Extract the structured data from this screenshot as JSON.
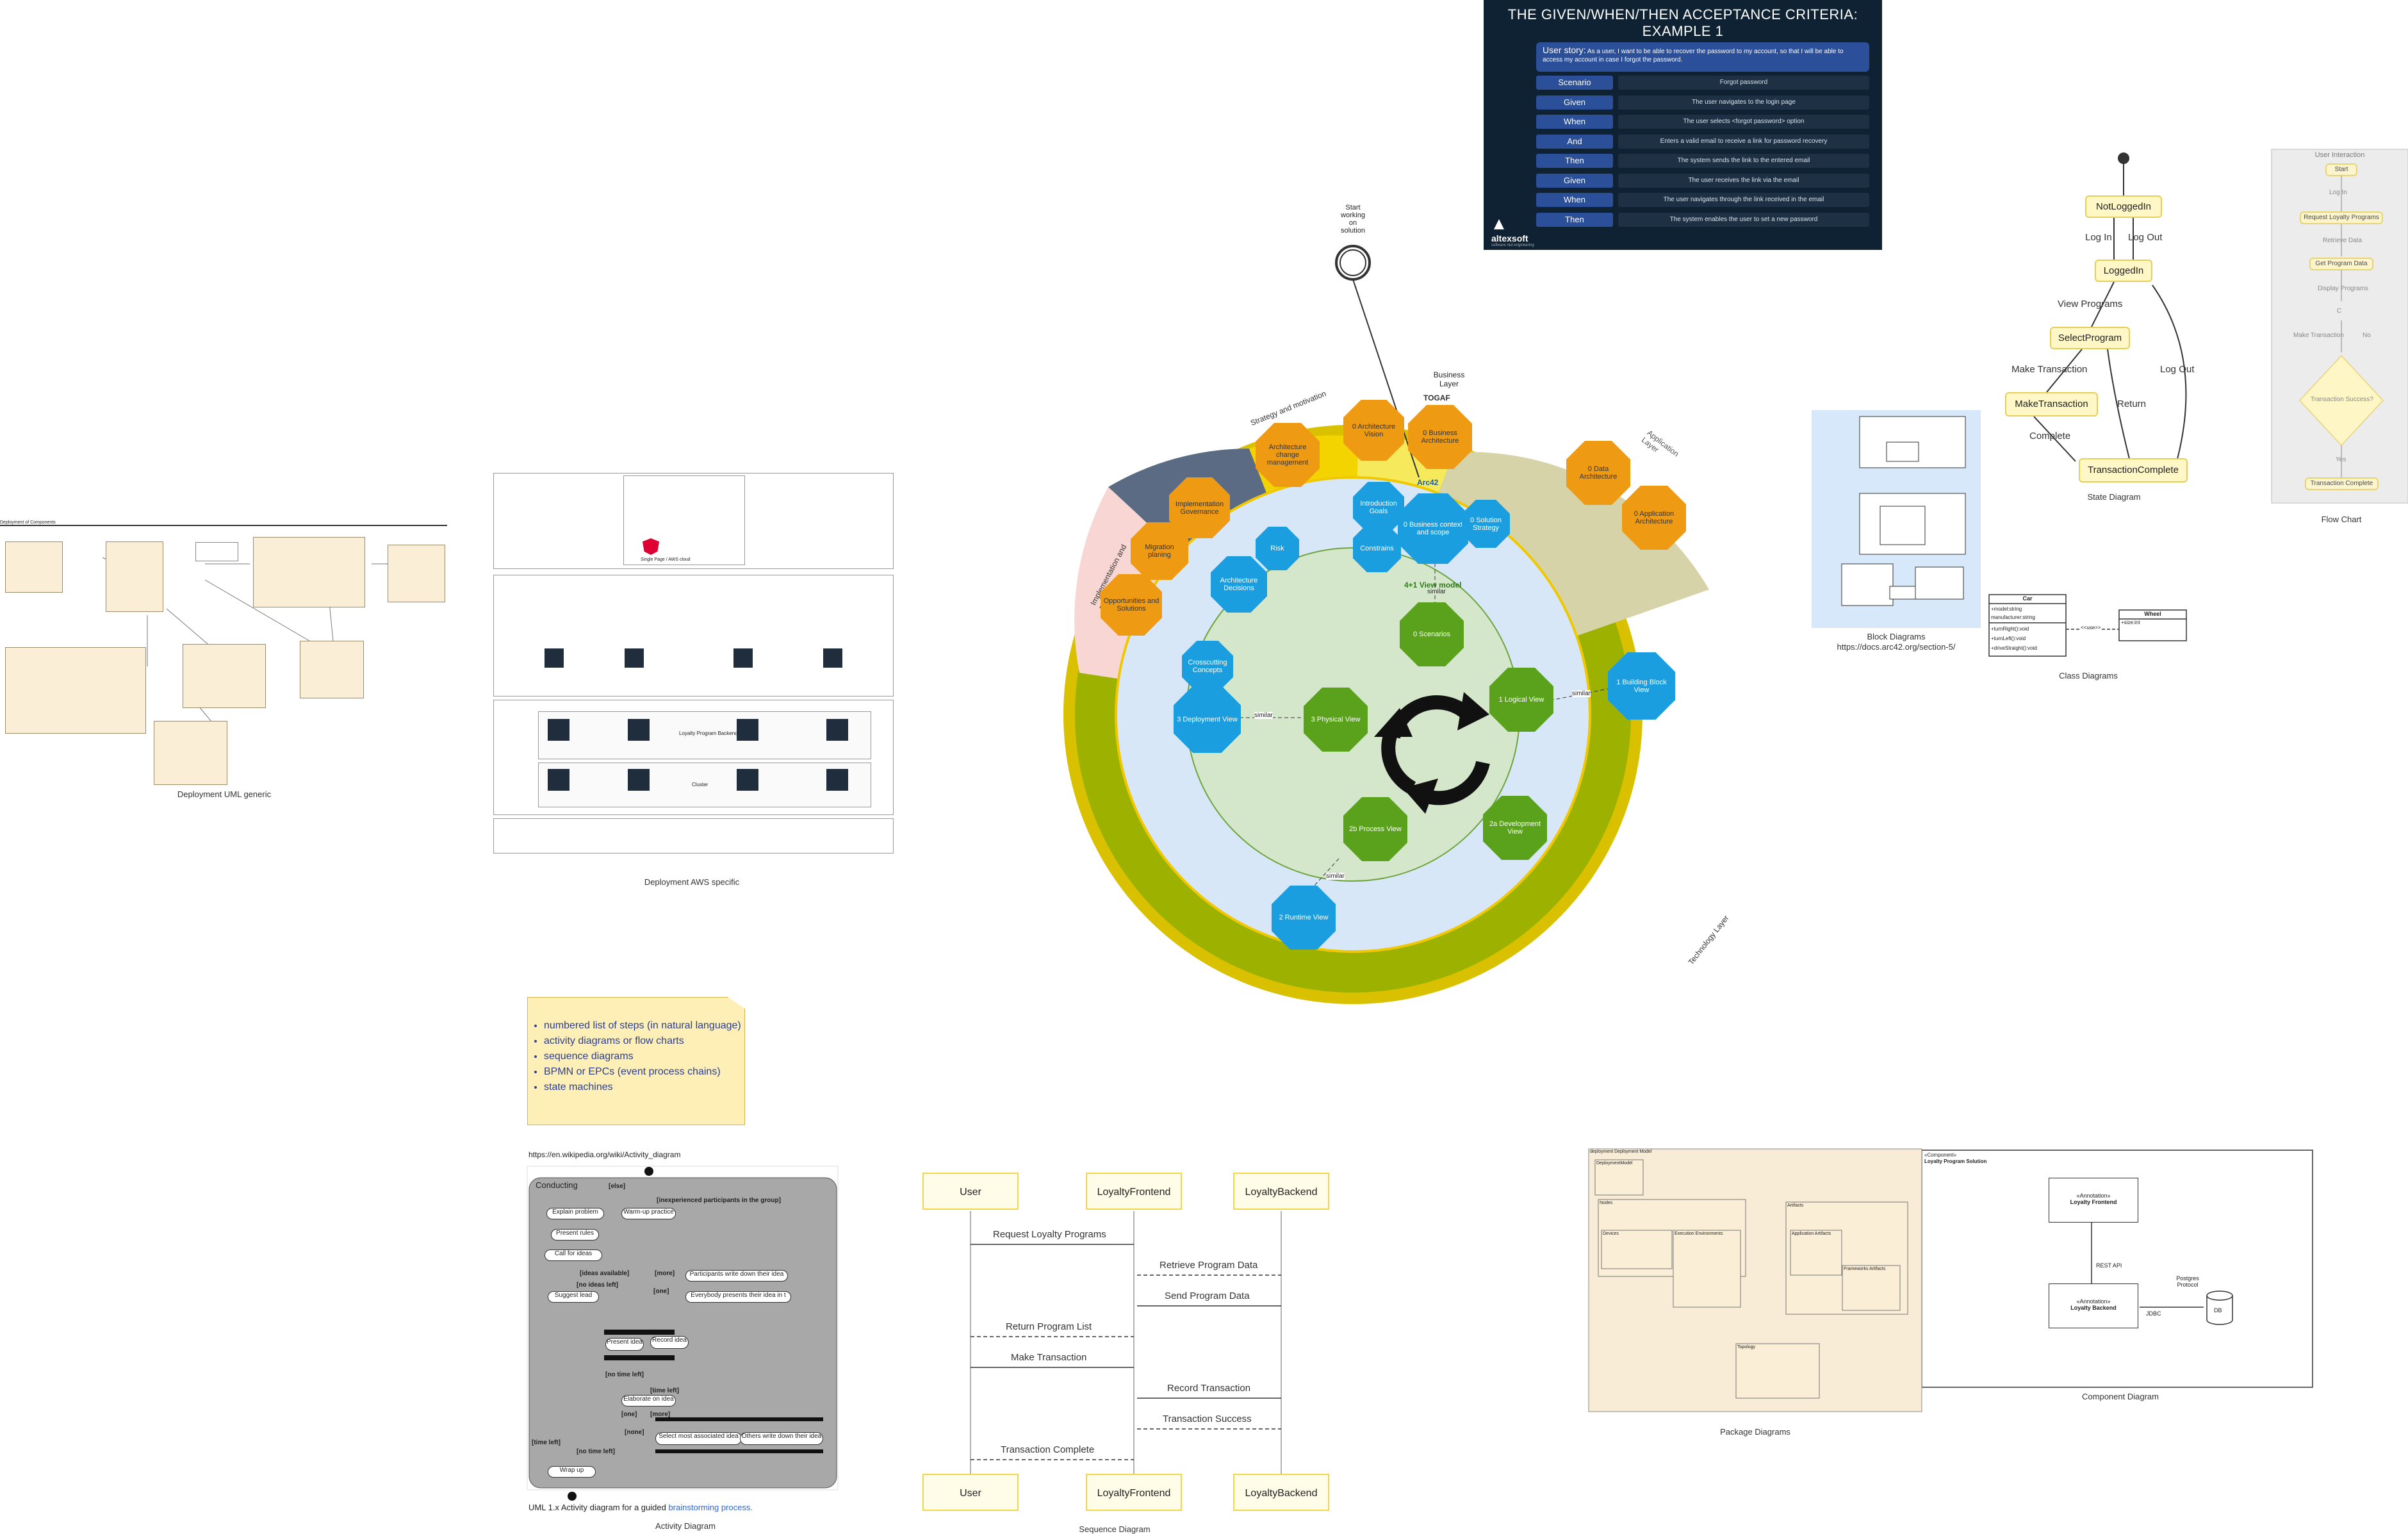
{
  "captions": {
    "deploy_generic": "Deployment UML generic",
    "deploy_aws": "Deployment AWS specific",
    "activity": "Activity Diagram",
    "sequence": "Sequence Diagram",
    "package": "Package Diagrams",
    "component": "Component Diagram",
    "block": "Block Diagrams",
    "block_url": "https://docs.arc42.org/section-5/",
    "class": "Class Diagrams",
    "state": "State Diagram",
    "flow": "Flow Chart"
  },
  "gwt": {
    "title_line1": "THE GIVEN/WHEN/THEN ACCEPTANCE CRITERIA:",
    "title_line2": "EXAMPLE 1",
    "story_label": "User story:",
    "story_text": "As a user, I want to be able to recover the password to my account, so that I will be able to access my account in case I forgot the password.",
    "rows": [
      {
        "k": "Scenario",
        "v": "Forgot password"
      },
      {
        "k": "Given",
        "v": "The user navigates to the login page"
      },
      {
        "k": "When",
        "v": "The user selects <forgot password> option"
      },
      {
        "k": "And",
        "v": "Enters a valid email to receive a link for password recovery"
      },
      {
        "k": "Then",
        "v": "The system sends the link to the entered email"
      },
      {
        "k": "Given",
        "v": "The user receives the link via the email"
      },
      {
        "k": "When",
        "v": "The user navigates through the link received in the email"
      },
      {
        "k": "Then",
        "v": "The system enables the user to set a new password"
      }
    ],
    "brand": "altexsoft",
    "brand_sub": "software r&d engineering"
  },
  "state": {
    "states": [
      "NotLoggedIn",
      "LoggedIn",
      "SelectProgram",
      "MakeTransaction",
      "TransactionComplete"
    ],
    "transitions": [
      "Log In",
      "Log Out",
      "View Programs",
      "Make Transaction",
      "Complete",
      "Return",
      "Log Out"
    ]
  },
  "flow": {
    "title": "User Interaction",
    "nodes": [
      "Start",
      "Log In",
      "Request Loyalty Programs",
      "Retrieve Data",
      "Get Program Data",
      "Display Programs",
      "C",
      "Make Transaction",
      "No",
      "Transaction Success?",
      "Yes",
      "Transaction Complete"
    ]
  },
  "class": {
    "car": "Car",
    "car_attrs": [
      "+model:string",
      "manufacturer:string"
    ],
    "car_ops": [
      "+turnRight():void",
      "+turnLeft():void",
      "+driveStraight():void"
    ],
    "wheel": "Wheel",
    "wheel_attr": "+size:int",
    "rel": "<<use>>"
  },
  "center": {
    "start": [
      "Start",
      "working",
      "on",
      "solution"
    ],
    "ring_labels": [
      "Business Layer",
      "TOGAF",
      "Strategy and motivation",
      "Application Layer",
      "Implementation and migration",
      "Arc42",
      "4+1 View model",
      "Technology Layer"
    ],
    "orange": [
      {
        "t": "0 Architecture Vision"
      },
      {
        "t": "0 Business Architecture"
      },
      {
        "t": "Architecture change management"
      },
      {
        "t": "Implementation Governance"
      },
      {
        "t": "Migration planing"
      },
      {
        "t": "Opportunities and Solutions"
      },
      {
        "t": "0 Data Architecture"
      },
      {
        "t": "0 Application Architecture"
      }
    ],
    "blue": [
      {
        "t": "Introduction Goals"
      },
      {
        "t": "0 Business context and scope"
      },
      {
        "t": "0 Solution Strategy"
      },
      {
        "t": "Constrains"
      },
      {
        "t": "Risk"
      },
      {
        "t": "Architecture Decisions"
      },
      {
        "t": "Crosscutting Concepts"
      },
      {
        "t": "3 Deployment View"
      },
      {
        "t": "1 Building Block View"
      },
      {
        "t": "2 Runtime View"
      }
    ],
    "green": [
      {
        "t": "0 Scenarios"
      },
      {
        "t": "1 Logical View"
      },
      {
        "t": "3 Physical View"
      },
      {
        "t": "2b Process View"
      },
      {
        "t": "2a Development View"
      }
    ],
    "similar": "similar"
  },
  "note": {
    "items": [
      "numbered list of steps (in natural language)",
      "activity diagrams or flow charts",
      "sequence diagrams",
      "BPMN or EPCs (event process chains)",
      "state machines"
    ]
  },
  "activity": {
    "url": "https://en.wikipedia.org/wiki/Activity_diagram",
    "title": "Conducting",
    "caption_pre": "UML 1.x Activity diagram for a guided ",
    "caption_link": "brainstorming process.",
    "nodes": [
      "Explain problem",
      "Present rules",
      "Call for ideas",
      "Suggest lead",
      "Warm-up practice",
      "Participants write down their idea",
      "Everybody presents their idea in t",
      "Present idea",
      "Record idea",
      "Elaborate on idea",
      "Select most associated idea",
      "Others write down their idea",
      "Wrap up"
    ],
    "guards": [
      "[else]",
      "[inexperienced participants in the group]",
      "[ideas available]",
      "[more]",
      "[no ideas left]",
      "[one]",
      "[no time left]",
      "[time left]",
      "[one]",
      "[more]",
      "[none]",
      "[time left]",
      "[no time left]"
    ]
  },
  "sequence": {
    "actors": [
      "User",
      "LoyaltyFrontend",
      "LoyaltyBackend"
    ],
    "messages": [
      "Request Loyalty Programs",
      "Retrieve Program Data",
      "Send Program Data",
      "Return Program List",
      "Make Transaction",
      "Record Transaction",
      "Transaction Success",
      "Transaction Complete"
    ]
  },
  "package": {
    "title": "deployment Deployment Model",
    "pkgs": [
      "DeploymentModel",
      "Nodes",
      "Artifacts",
      "Topology",
      "Devices",
      "Execution Environments",
      "Application Artifacts",
      "Frameworks Artifacts"
    ]
  },
  "component": {
    "stereo": "«Component»",
    "title": "Loyalty Program Solution",
    "frontend": "Loyalty Frontend",
    "backend": "Loyalty Backend",
    "ann": "«Annotation»",
    "rest": "REST API",
    "jdbc": "JDBC",
    "proto": "Postgres Protocol",
    "db": "DB"
  },
  "aws": {
    "title": "Deployment AWS specific",
    "app": "Single Page / AWS cloud",
    "lambda": "Loyalty Program Backend",
    "cluster": "Cluster"
  },
  "generic": {
    "title": "Deployment of Components"
  }
}
